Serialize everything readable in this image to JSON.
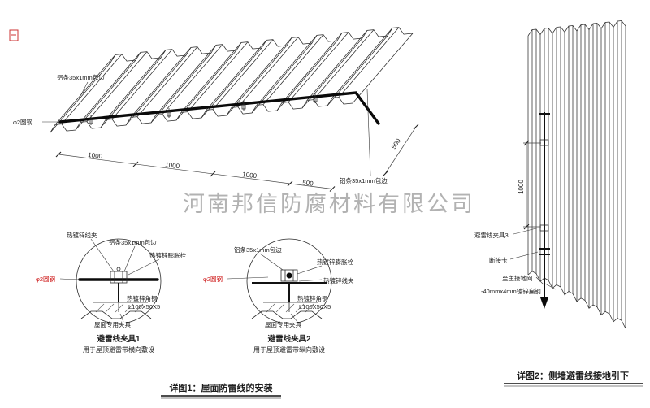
{
  "watermark": "河南邦信防腐材料有限公司",
  "colors": {
    "accent_red": "#cc1111",
    "line": "#2b2b2b",
    "watermark_gray": "#a2a2a2"
  },
  "roof": {
    "label_edge_top": "铝条35x1mm包边",
    "label_edge_right": "铝条35x1mm包边",
    "label_wire": "φ2圆钢",
    "dims": {
      "d1": "1000",
      "d2": "1000",
      "d3": "1000",
      "d4": "500",
      "d5": "500"
    }
  },
  "detail1": {
    "title": "避雷线夹具1",
    "subtitle": "用于屋顶避雷带横向敷设",
    "labels": {
      "clamp": "热镀锌线夹",
      "edge": "铝条35x1mm包边",
      "bolt": "热镀锌膨胀栓",
      "wire": "φ2圆钢",
      "angle": "热镀锌角钢",
      "angle_spec": "L100X50X5",
      "roof_clamp": "屋面专用夹具"
    }
  },
  "detail2": {
    "title": "避雷线夹具2",
    "subtitle": "用于屋顶避雷带纵向敷设",
    "labels": {
      "clamp": "热镀锌线夹",
      "edge": "铝条35x1mm包边",
      "bolt": "热镀锌膨胀栓",
      "wire": "φ2圆钢",
      "angle": "热镀锌角钢",
      "angle_spec": "L100X50X5",
      "roof_clamp": "屋面专用夹具"
    }
  },
  "wall": {
    "dim": "1000",
    "labels": {
      "clamp3": "避雷线夹具3",
      "disconnect": "断接卡",
      "to_ground": "至主接地网",
      "flat_steel": "-40mmx4mm镀锌扁钢"
    }
  },
  "captions": {
    "detail1": "详图1：屋面防雷线的安装",
    "detail2": "详图2：侧墙避雷线接地引下"
  }
}
